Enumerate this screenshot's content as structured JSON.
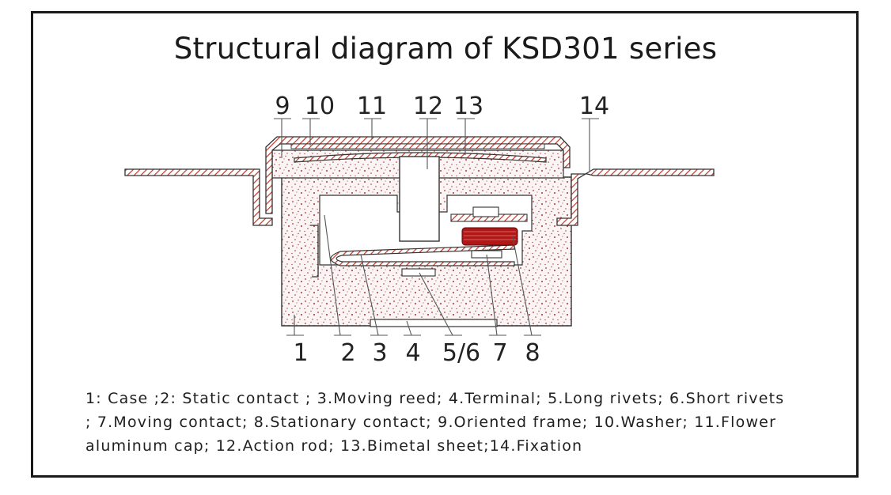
{
  "title": "Structural diagram of KSD301 series",
  "labels": {
    "top": [
      "9",
      "10",
      "11",
      "12",
      "13",
      "14"
    ],
    "bottom": [
      "1",
      "2",
      "3",
      "4",
      "5/6",
      "7",
      "8"
    ]
  },
  "legend": {
    "line1": "1: Case ;2: Static contact ; 3.Moving reed; 4.Terminal; 5.Long rivets; 6.Short rivets",
    "line2": "; 7.Moving contact; 8.Stationary contact; 9.Oriented frame; 10.Washer; 11.Flower",
    "line3": "aluminum cap; 12.Action rod; 13.Bimetal sheet;14.Fixation"
  },
  "colors": {
    "outline": "#333333",
    "hatch": "#c0392b",
    "speckle": "#b03030",
    "contact": "#b01818"
  }
}
